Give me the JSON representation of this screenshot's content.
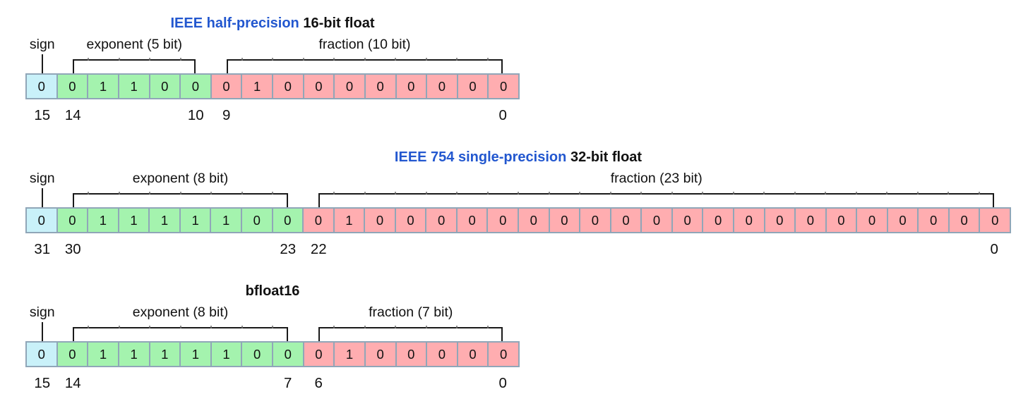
{
  "colors": {
    "title_accent": "#2257cf",
    "text": "#101010",
    "bracket": "#1a1a1a",
    "cell_border": "#90a6b8",
    "sign_fill": "#c9f1f9",
    "exponent_fill": "#a4f3ae",
    "fraction_fill": "#ffadb0"
  },
  "diagrams": [
    {
      "name": "ieee-half-precision-16-bit-float",
      "title": {
        "accent": "IEEE half-precision",
        "rest": "16-bit float"
      },
      "fields": [
        {
          "role": "sign",
          "label": "sign",
          "bits": "0"
        },
        {
          "role": "exponent",
          "label": "exponent (5 bit)",
          "bits": "01100"
        },
        {
          "role": "fraction",
          "label": "fraction (10 bit)",
          "bits": "0100000000"
        }
      ],
      "bit_indices": [
        {
          "label": "15",
          "cell": 0
        },
        {
          "label": "14",
          "cell": 1
        },
        {
          "label": "10",
          "cell": 5
        },
        {
          "label": "9",
          "cell": 6
        },
        {
          "label": "0",
          "cell": 15
        }
      ]
    },
    {
      "name": "ieee-754-single-precision-32-bit-float",
      "title": {
        "accent": "IEEE 754 single-precision",
        "rest": "32-bit float"
      },
      "fields": [
        {
          "role": "sign",
          "label": "sign",
          "bits": "0"
        },
        {
          "role": "exponent",
          "label": "exponent (8 bit)",
          "bits": "01111100"
        },
        {
          "role": "fraction",
          "label": "fraction (23 bit)",
          "bits": "01000000000000000000000"
        }
      ],
      "bit_indices": [
        {
          "label": "31",
          "cell": 0
        },
        {
          "label": "30",
          "cell": 1
        },
        {
          "label": "23",
          "cell": 8
        },
        {
          "label": "22",
          "cell": 9
        },
        {
          "label": "0",
          "cell": 31
        }
      ]
    },
    {
      "name": "bfloat16",
      "title": {
        "accent": "",
        "rest": "bfloat16"
      },
      "fields": [
        {
          "role": "sign",
          "label": "sign",
          "bits": "0"
        },
        {
          "role": "exponent",
          "label": "exponent (8 bit)",
          "bits": "01111100"
        },
        {
          "role": "fraction",
          "label": "fraction (7 bit)",
          "bits": "0100000"
        }
      ],
      "bit_indices": [
        {
          "label": "15",
          "cell": 0
        },
        {
          "label": "14",
          "cell": 1
        },
        {
          "label": "7",
          "cell": 8
        },
        {
          "label": "6",
          "cell": 9
        },
        {
          "label": "0",
          "cell": 15
        }
      ]
    }
  ]
}
